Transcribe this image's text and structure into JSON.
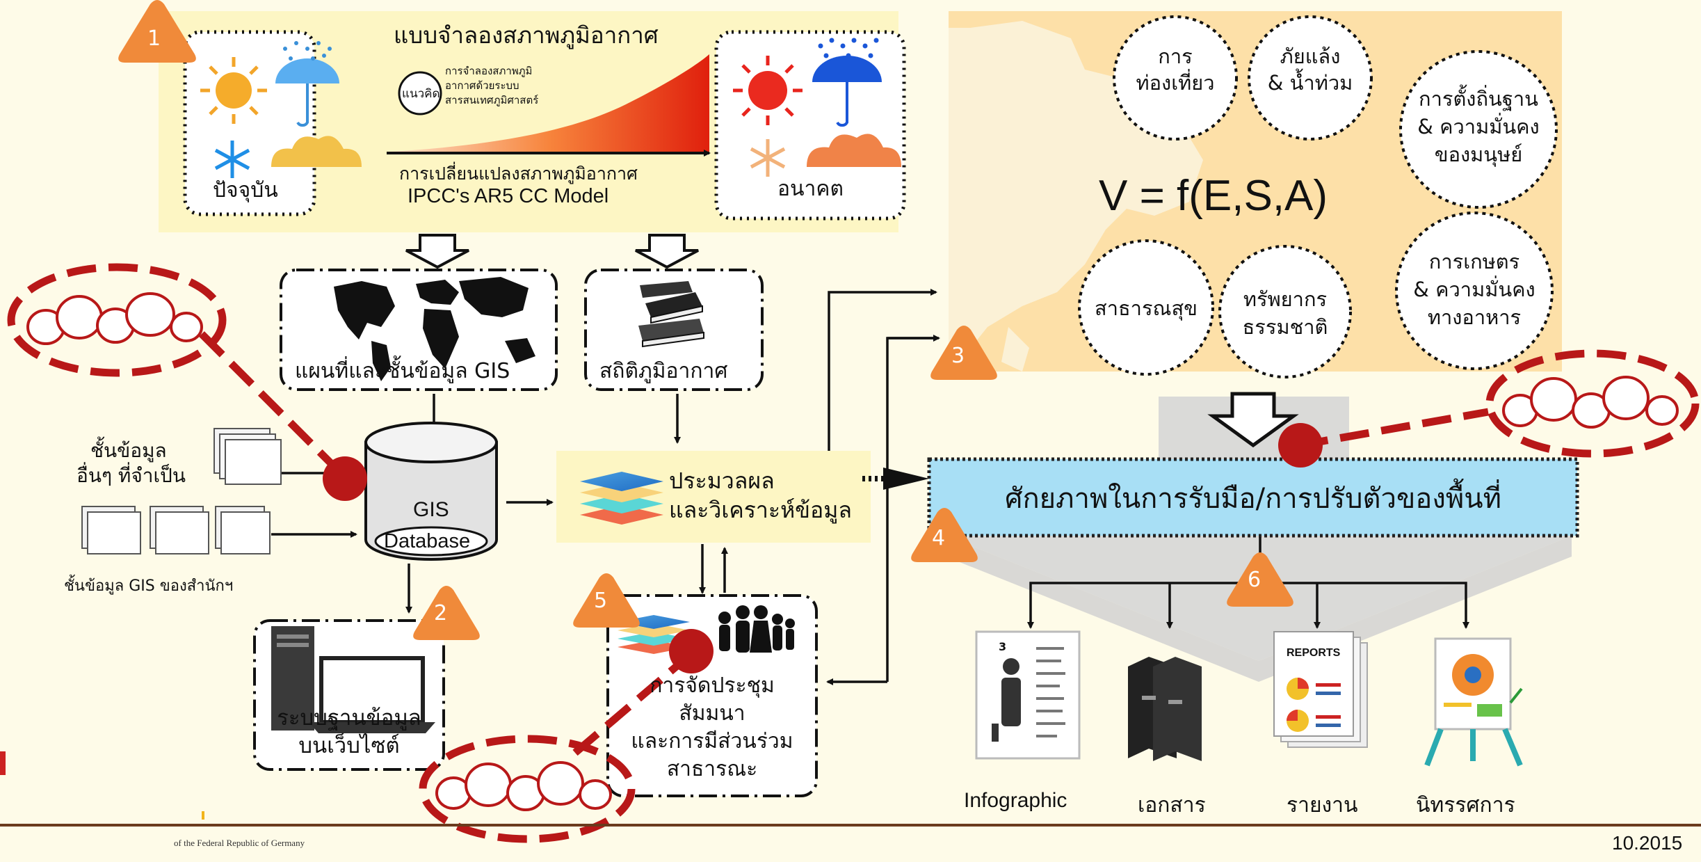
{
  "climate_model": {
    "title": "แบบจำลองสภาพภูมิอากาศ",
    "concept_badge": "แนวคิด",
    "concept_lines": [
      "การจำลองสภาพภูมิ",
      "อากาศด้วยระบบ",
      "สารสนเทศภูมิศาสตร์"
    ],
    "change_label": "การเปลี่ยนแปลงสภาพภูมิอากาศ",
    "model_label": "IPCC's AR5 CC Model",
    "present_label": "ปัจจุบัน",
    "future_label": "อนาคต"
  },
  "gis_map_label": "แผนที่และชั้นข้อมูล GIS",
  "climate_stats_label": "สถิติภูมิอากาศ",
  "other_layers_line1": "ชั้นข้อมูล",
  "other_layers_line2": "อื่นๆ ที่จำเป็น",
  "agency_layers_label": "ชั้นข้อมูล GIS ของสำนักฯ",
  "gis_db_line1": "GIS",
  "gis_db_line2": "Database",
  "processing_line1": "ประมวลผล",
  "processing_line2": "และวิเคราะห์ข้อมูล",
  "web_db_line1": "ระบบฐานข้อมูล",
  "web_db_line2": "บนเว็บไซต์",
  "meeting_lines": [
    "การจัดประชุม",
    "สัมมนา",
    "และการมีส่วนร่วม",
    "สาธารณะ"
  ],
  "formula": "V = f(E,S,A)",
  "sectors": {
    "tourism": [
      "การ",
      "ท่องเที่ยว"
    ],
    "drought": [
      "ภัยแล้ง",
      "& น้ำท่วม"
    ],
    "settlement": [
      "การตั้งถิ่นฐาน",
      "& ความมั่นคง",
      "ของมนุษย์"
    ],
    "health": [
      "สาธารณสุข"
    ],
    "resources": [
      "ทรัพยากร",
      "ธรรมชาติ"
    ],
    "agriculture": [
      "การเกษตร",
      "& ความมั่นคง",
      "ทางอาหาร"
    ]
  },
  "capacity_label": "ศักยภาพในการรับมือ/การปรับตัวของพื้นที่",
  "steps": [
    "1",
    "2",
    "3",
    "4",
    "5",
    "6"
  ],
  "outputs": [
    "Infographic",
    "เอกสาร",
    "รายงาน",
    "นิทรรศการ"
  ],
  "reports_label": "REPORTS",
  "infographic_mini": "3",
  "footer_left": "of the Federal Republic of Germany",
  "footer_right": "10.2015",
  "colors": {
    "background": "#fefbe8",
    "model_panel": "#fdf6c4",
    "sector_panel": "#fde0a8",
    "capacity_box": "#a8dff5",
    "step_badge": "#f08a3a",
    "participation": "#b81818",
    "footer_line": "#6b3b1e"
  }
}
